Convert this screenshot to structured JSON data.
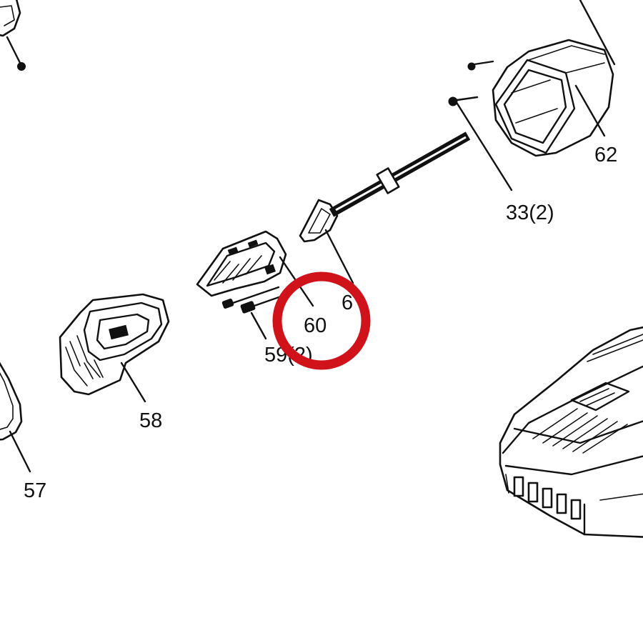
{
  "labels": {
    "p57": "57",
    "p58": "58",
    "p59": "59(2)",
    "p60": "60",
    "p61": "6",
    "p62": "62",
    "p33": "33(2)"
  },
  "highlight": {
    "color": "#d0121b"
  }
}
